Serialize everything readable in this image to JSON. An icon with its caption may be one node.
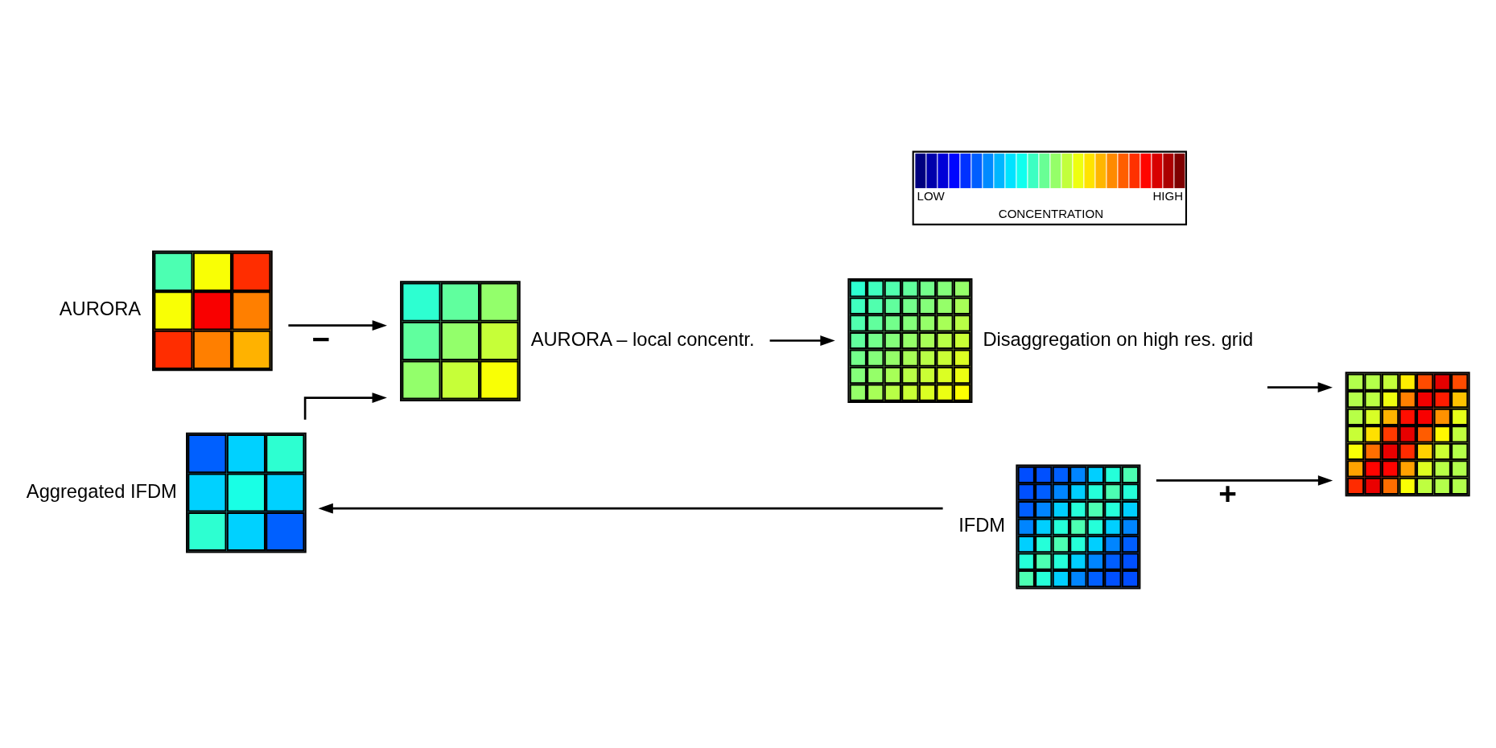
{
  "diagram": {
    "nodes": [
      {
        "text": [],
        "shape": "grid",
        "beside": [
          "AURORA"
        ]
      },
      {
        "text": [],
        "shape": "grid",
        "beside": [
          "AURORA – local concentr."
        ]
      },
      {
        "text": [],
        "shape": "grid",
        "beside": [
          "Aggregated IFDM"
        ]
      },
      {
        "text": [],
        "shape": "grid",
        "beside": [
          "Disaggregation on high res. grid"
        ]
      },
      {
        "text": [],
        "shape": "grid",
        "beside": [
          "IFDM"
        ]
      },
      {
        "text": [],
        "shape": "grid"
      }
    ],
    "edges": [
      {
        "from": 0,
        "to": 1,
        "arrow": "to",
        "label": "−"
      },
      {
        "from": 2,
        "to": 1,
        "arrow": "to"
      },
      {
        "from": 1,
        "to": 3,
        "arrow": "to"
      },
      {
        "from": 3,
        "to": 5,
        "arrow": "to"
      },
      {
        "from": 4,
        "to": 5,
        "arrow": "to",
        "label": "+"
      },
      {
        "from": 4,
        "to": 2,
        "arrow": "to"
      }
    ],
    "labels": [
      "LOW",
      "HIGH",
      "CONCENTRATION"
    ]
  }
}
